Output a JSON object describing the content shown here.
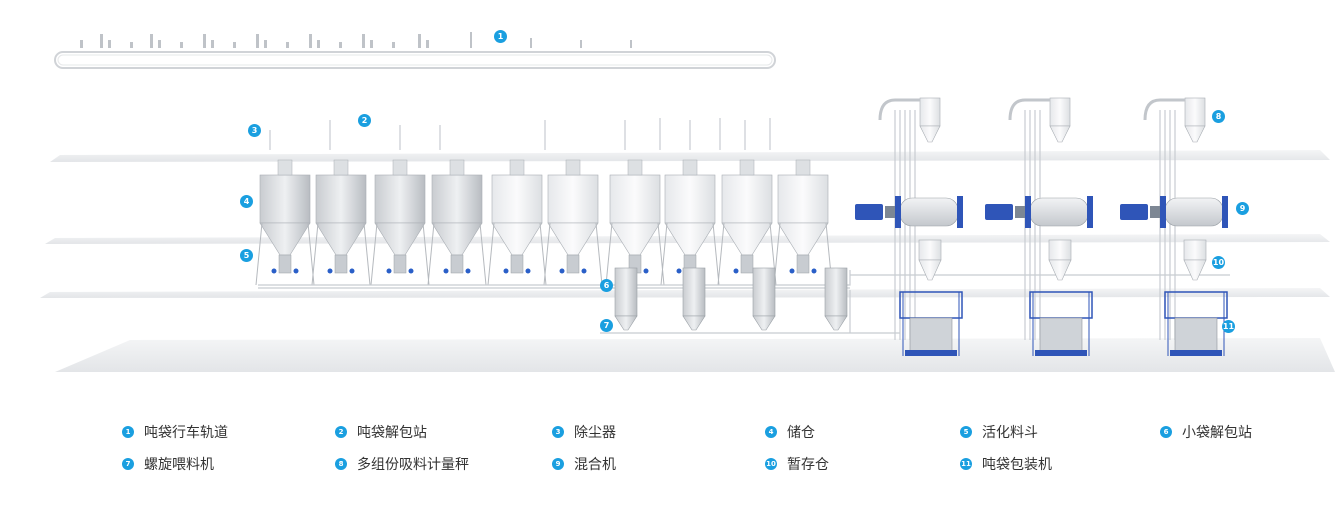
{
  "accent": "#1a9fe0",
  "badges": [
    "1",
    "2",
    "3",
    "4",
    "5",
    "6",
    "7",
    "8",
    "9",
    "10",
    "11"
  ],
  "legend": [
    {
      "num": "1",
      "label": "吨袋行车轨道"
    },
    {
      "num": "2",
      "label": "吨袋解包站"
    },
    {
      "num": "3",
      "label": "除尘器"
    },
    {
      "num": "4",
      "label": "储仓"
    },
    {
      "num": "5",
      "label": "活化料斗"
    },
    {
      "num": "6",
      "label": "小袋解包站"
    },
    {
      "num": "7",
      "label": "螺旋喂料机"
    },
    {
      "num": "8",
      "label": "多组份吸料计量秤"
    },
    {
      "num": "9",
      "label": "混合机"
    },
    {
      "num": "10",
      "label": "暂存仓"
    },
    {
      "num": "11",
      "label": "吨袋包装机"
    }
  ]
}
